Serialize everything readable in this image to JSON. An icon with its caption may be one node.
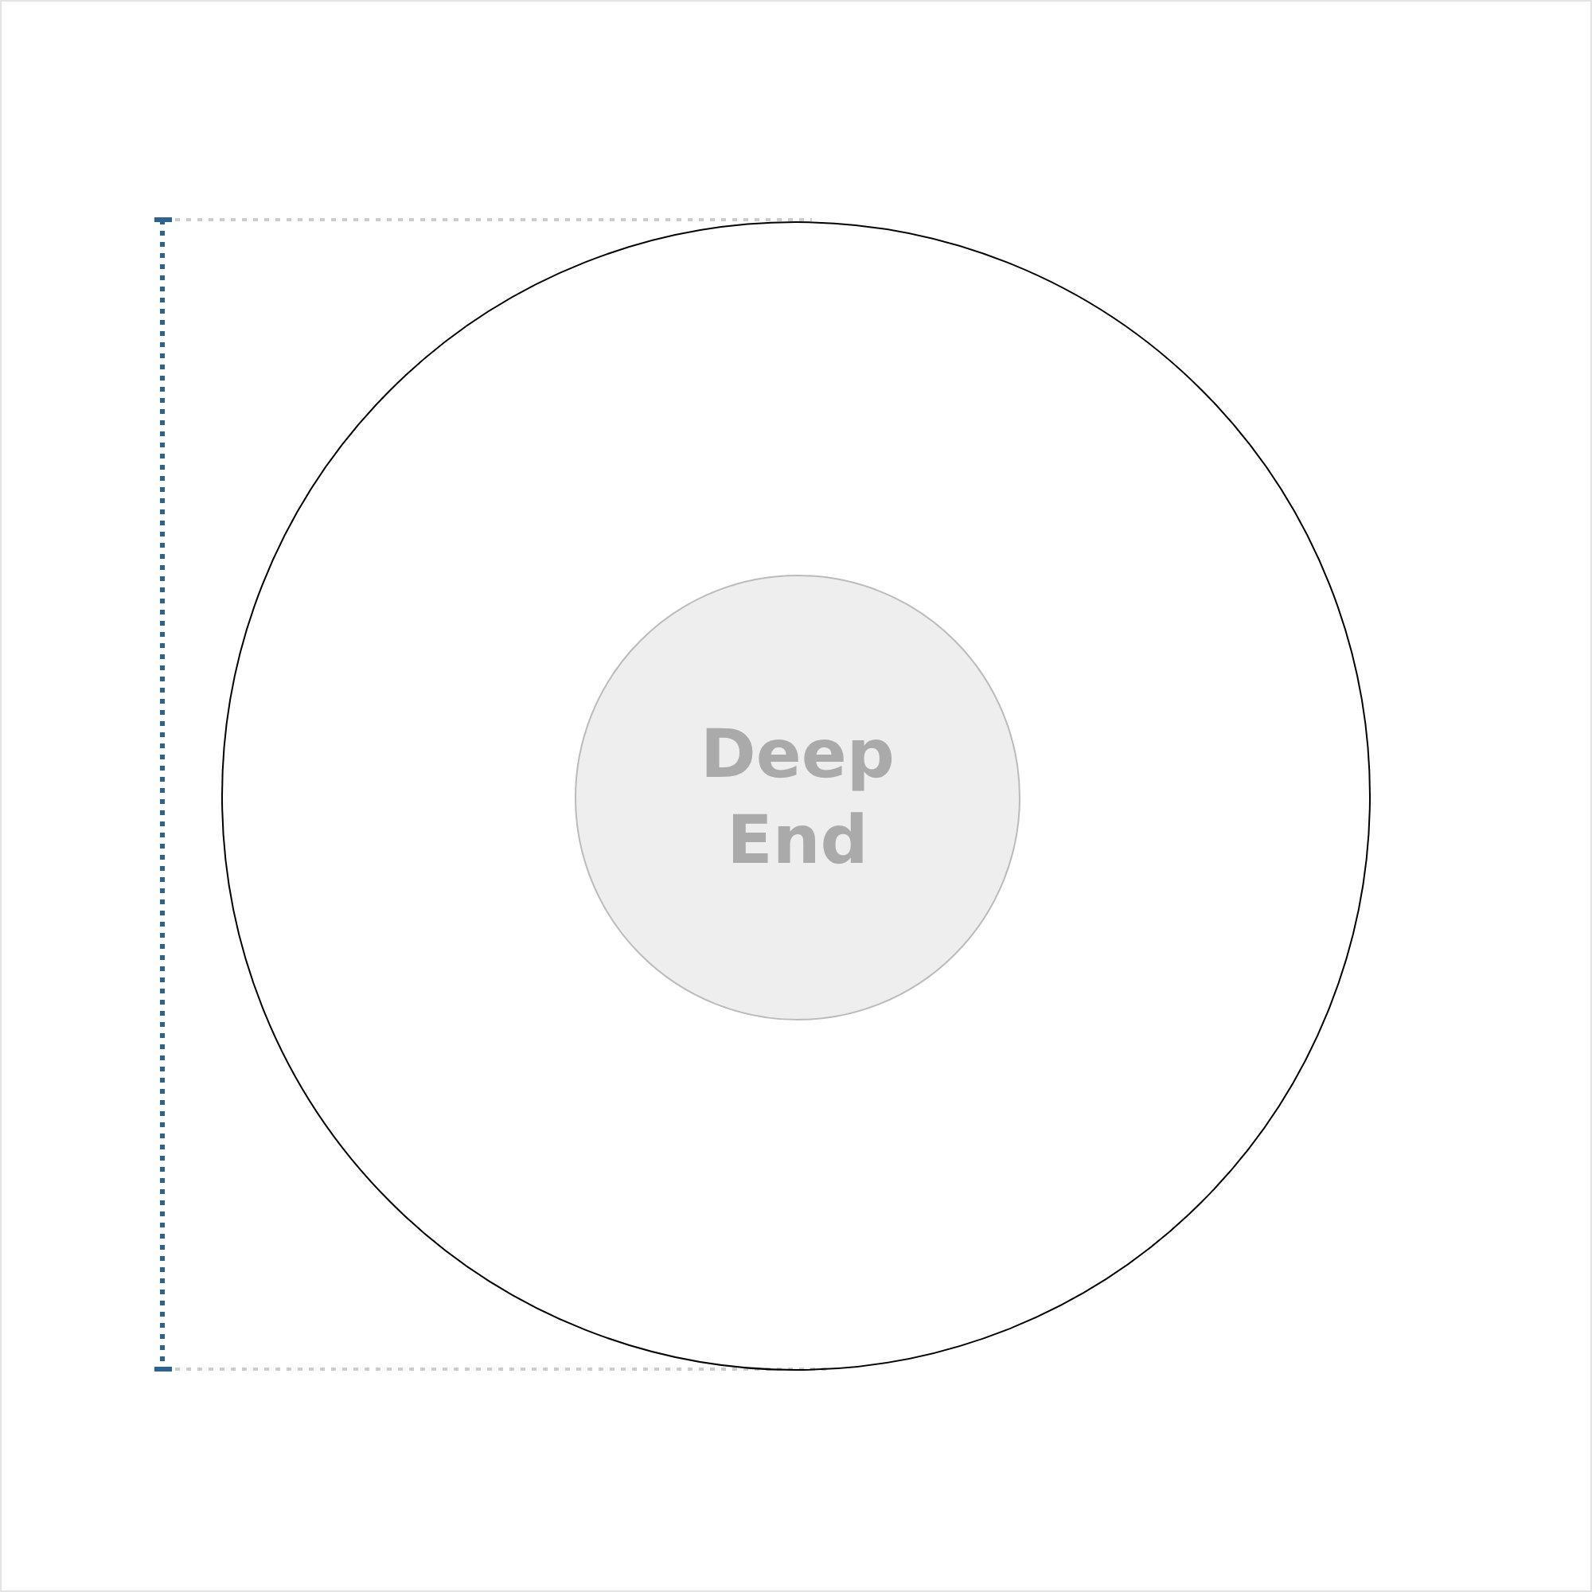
{
  "diagram": {
    "nodes": [
      {
        "text": [],
        "shape": "circle"
      },
      {
        "text": [
          "Deep End"
        ],
        "in": 0
      }
    ]
  }
}
